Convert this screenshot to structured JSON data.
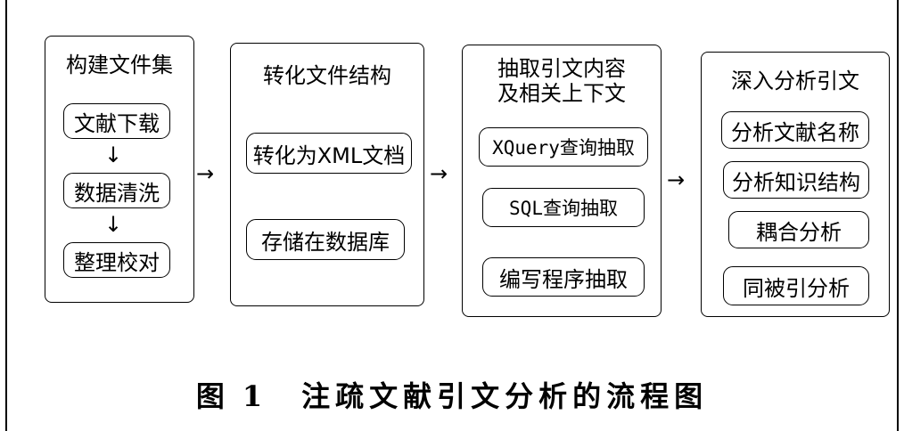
{
  "stages": [
    {
      "title": "构建文件集",
      "steps": [
        "文献下载",
        "数据清洗",
        "整理校对"
      ]
    },
    {
      "title": "转化文件结构",
      "steps": [
        "转化为XML文档",
        "存储在数据库"
      ]
    },
    {
      "title_line1": "抽取引文内容",
      "title_line2": "及相关上下文",
      "steps": [
        "XQuery查询抽取",
        "SQL查询抽取",
        "编写程序抽取"
      ]
    },
    {
      "title": "深入分析引文",
      "steps": [
        "分析文献名称",
        "分析知识结构",
        "耦合分析",
        "同被引分析"
      ]
    }
  ],
  "caption": {
    "label": "图",
    "number": "1",
    "text": "注疏文献引文分析的流程图"
  }
}
